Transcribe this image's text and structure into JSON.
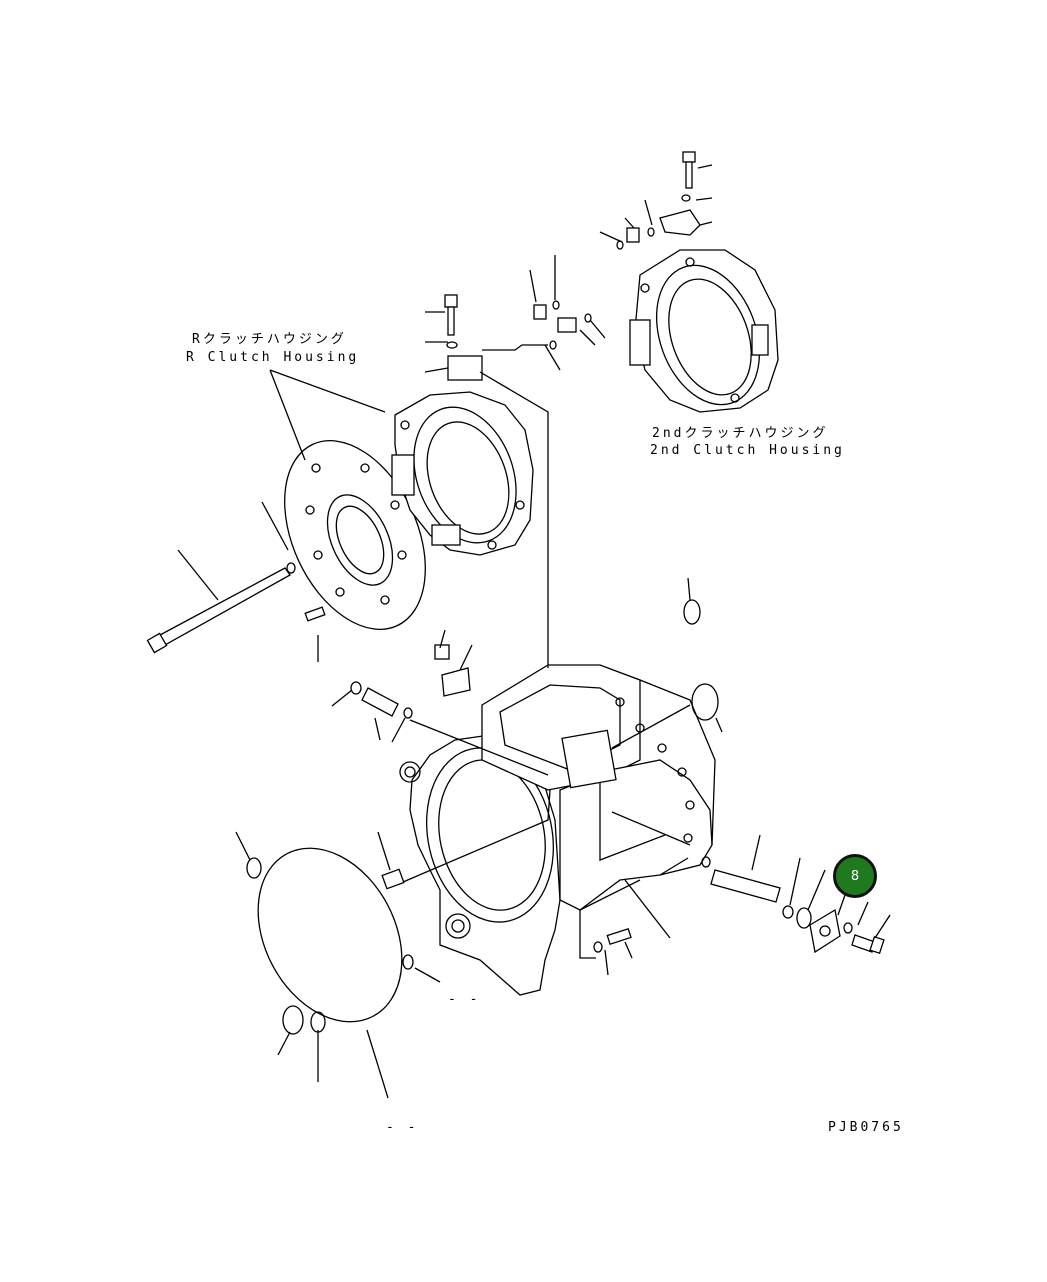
{
  "labels": {
    "r_clutch_jp": "Rクラッチハウジング",
    "r_clutch_en": "R Clutch Housing",
    "second_clutch_jp": "2ndクラッチハウジング",
    "second_clutch_en": "2nd Clutch Housing",
    "dash_a": "- -",
    "dash_b": "- -",
    "drawing_code": "PJB0765"
  },
  "callout": {
    "number": "8",
    "color": "#1f7a1f"
  }
}
